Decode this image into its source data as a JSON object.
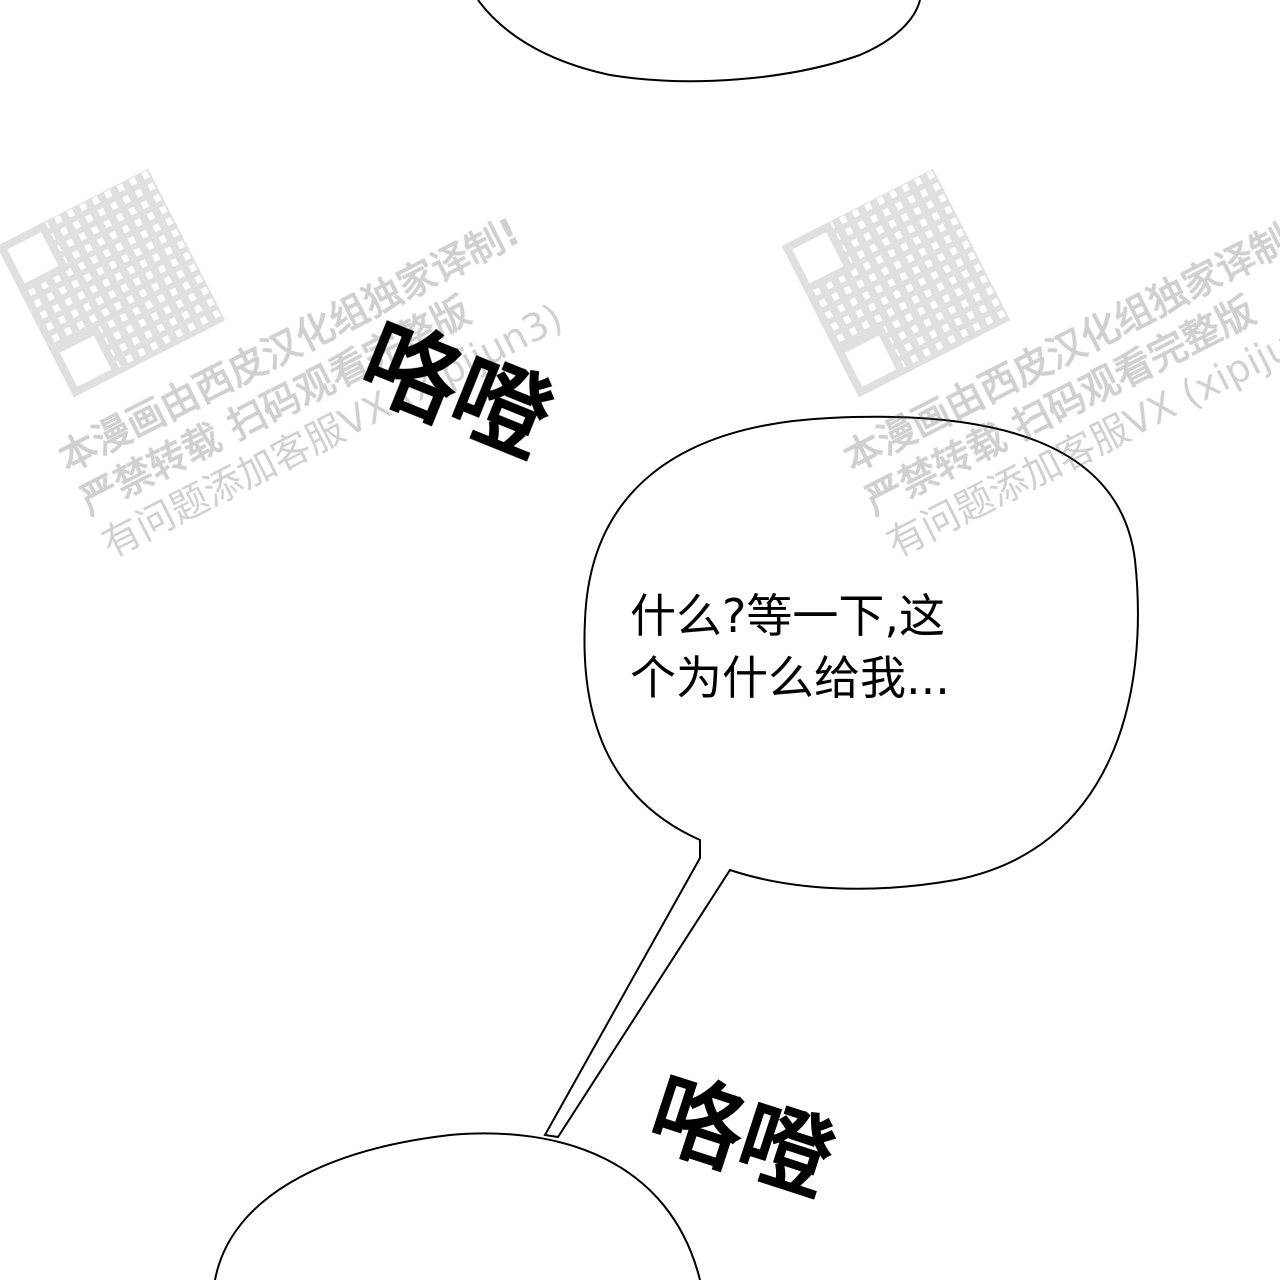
{
  "sound_effects": {
    "top": "咯噔",
    "bottom": "咯噔"
  },
  "dialogue": {
    "line1": "什么?等一下,这",
    "line2": "个为什么给我..."
  },
  "watermark": {
    "line1": "本漫画由西皮汉化组独家译制!",
    "line2": "严禁转载 扫码观看完整版",
    "line3": "有问题添加客服VX (xipijun3)"
  },
  "colors": {
    "ink": "#000000",
    "background": "#ffffff",
    "watermark": "#555555"
  }
}
